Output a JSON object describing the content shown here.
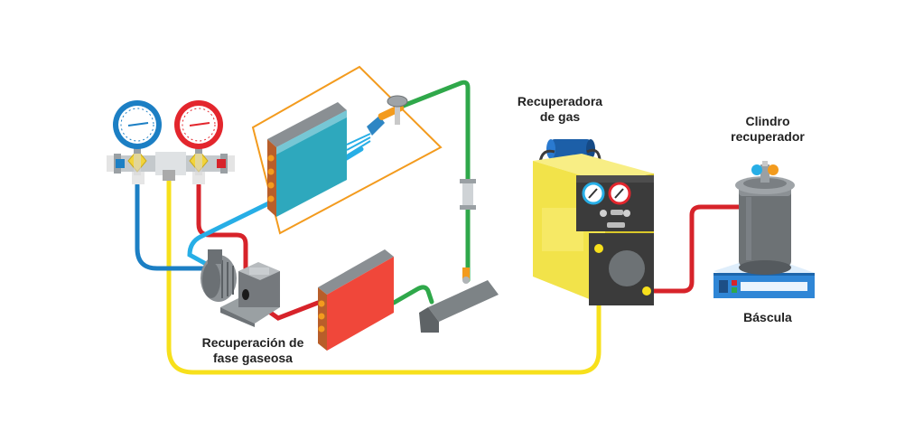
{
  "labels": {
    "recuperadora": [
      "Recuperadora",
      "de gas"
    ],
    "cilindro": [
      "Clindro",
      "recuperador"
    ],
    "bascula": "Báscula",
    "fase_gaseosa": [
      "Recuperación de",
      "fase gaseosa"
    ]
  },
  "colors": {
    "line_yellow": "#f7e01c",
    "line_red": "#d7232a",
    "line_blue": "#1c7fc4",
    "line_light_blue": "#27aee6",
    "line_green": "#2fa84a",
    "frame_orange": "#f39b1e",
    "machine_yellow": "#f2e34a",
    "machine_dark": "#3b3b3b",
    "condenser_red": "#f0473a",
    "evaporator_teal": "#2ea8bd",
    "cylinder_gray": "#6d7275",
    "scale_blue": "#2f86d6"
  },
  "icons": [
    "blue-pressure-gauge-icon",
    "red-pressure-gauge-icon",
    "compressor-icon",
    "condenser-icon",
    "evaporator-icon",
    "recovery-machine-icon",
    "cylinder-icon",
    "scale-icon"
  ]
}
